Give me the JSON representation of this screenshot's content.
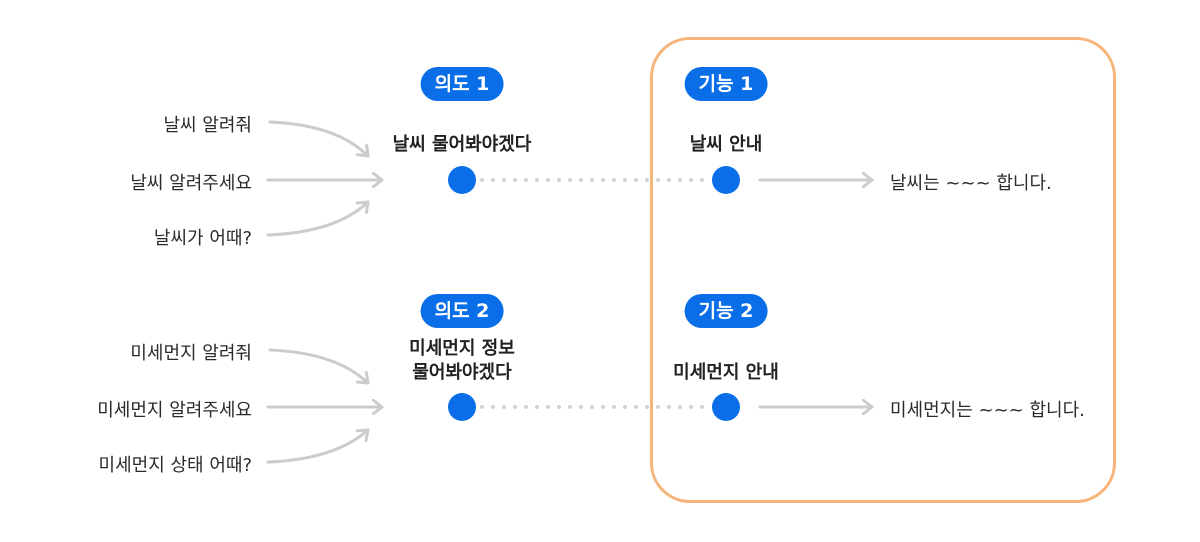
{
  "colors": {
    "accent": "#0a6ee8",
    "frame": "#f6b57a",
    "arrow": "#cccccc",
    "dots": "#cdd3da"
  },
  "row1": {
    "intent_badge": "의도 1",
    "intent_label": "날씨 물어봐야겠다",
    "function_badge": "기능 1",
    "function_label": "날씨 안내",
    "utterances": [
      "날씨 알려줘",
      "날씨 알려주세요",
      "날씨가 어때?"
    ],
    "response": "날씨는 ~~~ 합니다."
  },
  "row2": {
    "intent_badge": "의도 2",
    "intent_label": "미세먼지 정보\n물어봐야겠다",
    "function_badge": "기능 2",
    "function_label": "미세먼지 안내",
    "utterances": [
      "미세먼지 알려줘",
      "미세먼지 알려주세요",
      "미세먼지 상태 어때?"
    ],
    "response": "미세먼지는 ~~~ 합니다."
  }
}
